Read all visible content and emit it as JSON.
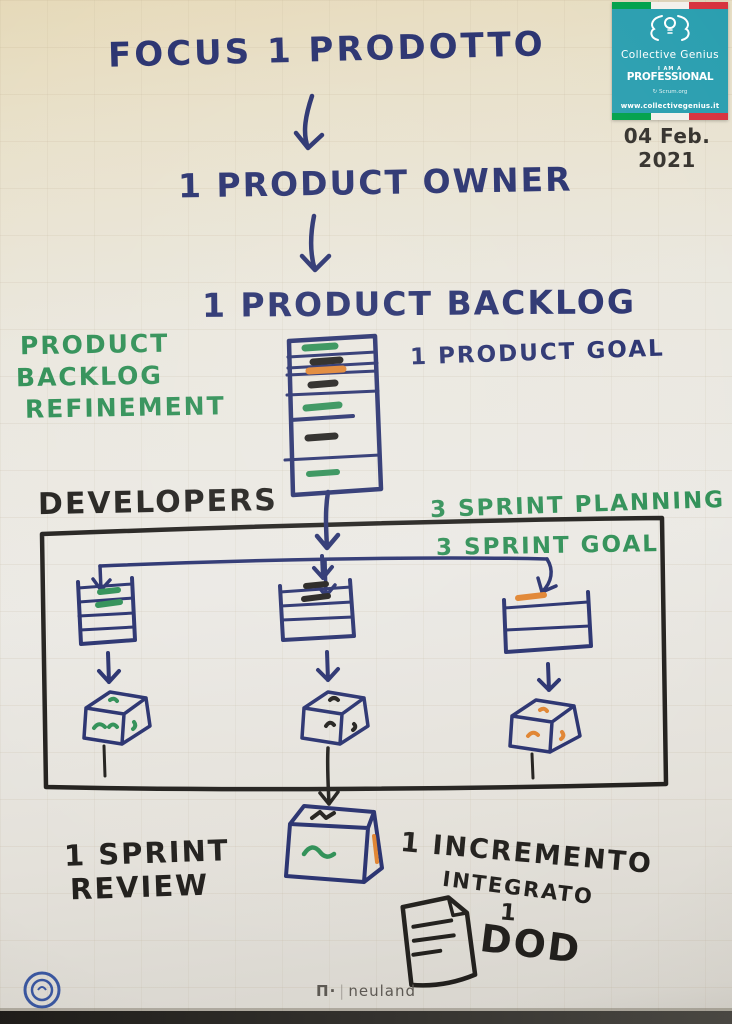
{
  "colors": {
    "ink_navy": "#27306e",
    "ink_black": "#211f1c",
    "ink_green": "#2e8f55",
    "ink_orange": "#e0832f",
    "logo_teal": "#2b9fb0",
    "flag_green": "#00a14b",
    "flag_red": "#d7333f",
    "paper_beige": "#e6d9b8"
  },
  "logo": {
    "brand": "Collective Genius",
    "badge_top": "I AM A",
    "badge_main": "PROFESSIONAL",
    "partner": "Scrum.org",
    "website": "www.collectivegenius.it",
    "date": "04 Feb. 2021"
  },
  "icons": {
    "scrum_org": "↻"
  },
  "diagram": {
    "title": "FOCUS 1 PRODOTTO",
    "step_owner": "1 PRODUCT OWNER",
    "step_backlog": "1 PRODUCT BACKLOG",
    "refinement_line1": "PRODUCT",
    "refinement_line2": "BACKLOG",
    "refinement_line3": "REFINEMENT",
    "product_goal": "1 PRODUCT GOAL",
    "developers": "DEVELOPERS",
    "sprint_planning": "3 SPRINT PLANNING",
    "sprint_goal": "3 SPRINT GOAL",
    "sprint_review_line1": "1 SPRINT",
    "sprint_review_line2": "REVIEW",
    "increment_line1": "1 INCREMENTO",
    "increment_line2": "INTEGRATO",
    "dod_number": "1",
    "dod_label": "DOD"
  },
  "footer": {
    "maker_mark": "Π·",
    "divider": "|",
    "maker_name": "neuland"
  }
}
